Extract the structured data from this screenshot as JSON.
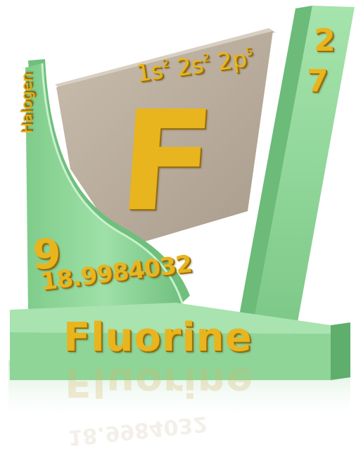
{
  "element": {
    "symbol": "F",
    "name": "Fluorine",
    "category": "Halogen",
    "atomic_number": "9",
    "atomic_mass": "18.9984032",
    "electron_configuration": {
      "parts": [
        {
          "orbital": "1s",
          "electrons": "2"
        },
        {
          "orbital": "2s",
          "electrons": "2"
        },
        {
          "orbital": "2p",
          "electrons": "5"
        }
      ]
    },
    "electrons_per_shell": [
      "2",
      "7"
    ]
  },
  "colors": {
    "green": "#8fd598",
    "green_dark": "#5fae6c",
    "taupe": "#b8ab9b",
    "gold": "#e8b51f",
    "background": "#ffffff"
  }
}
